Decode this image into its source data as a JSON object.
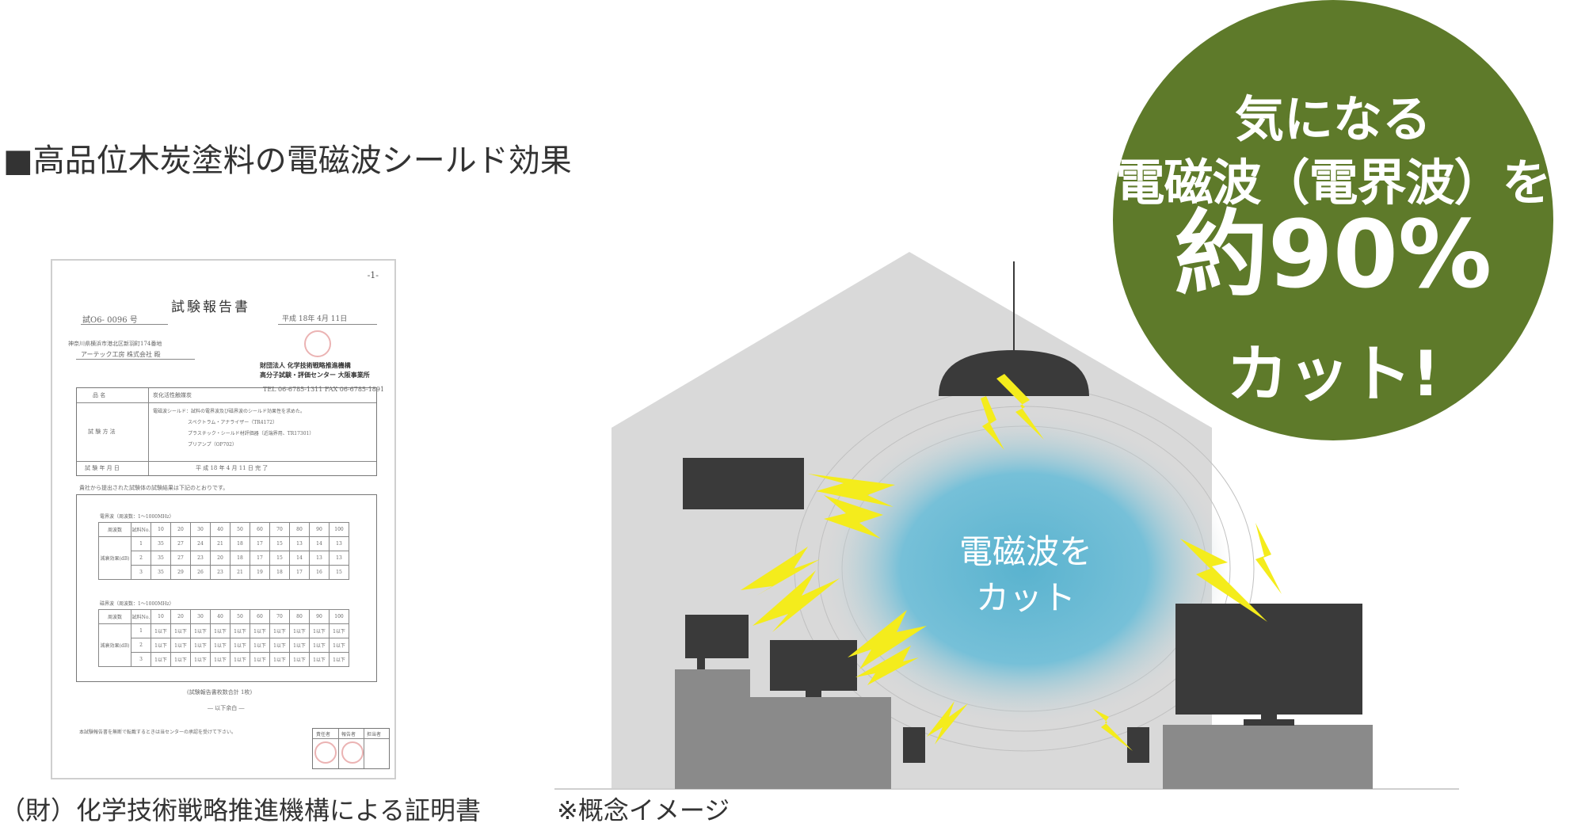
{
  "heading": "■高品位木炭塗料の電磁波シールド効果",
  "caption_left": "（財）化学技術戦略推進機構による証明書",
  "caption_right": "※概念イメージ",
  "badge": {
    "line1": "気になる",
    "line2": "電磁波（電界波）を",
    "line3": "約90%",
    "line4": "カット!",
    "color": "#5e7a2a"
  },
  "cut_label": {
    "line1": "電磁波を",
    "line2": "カット"
  },
  "certificate": {
    "page": "-1-",
    "title": "試験報告書",
    "number": "試O6- 0096 号",
    "date": "平成 18年 4月 11日",
    "addressee_line1": "神奈川県横浜市港北区新羽町174番地",
    "addressee_line2": "アーテック工房 株式会社 殿",
    "issuer_line1": "財団法人 化学技術戦略推進機構",
    "issuer_line2": "高分子試験・評価センター 大阪事業所",
    "issuer_tel": "TEL 06-6785-1311 FAX 06-6785-1891",
    "rows": [
      {
        "label": "品 名",
        "value": "炭化活性触媒炭"
      },
      {
        "label": "試 験 方 法",
        "value": "電磁波シールド：試料の電界波及び磁界波のシールド効果性を求めた。"
      },
      {
        "label": "試 験 年 月 日",
        "value": "平 成 18 年 4 月 11 日 完 了"
      }
    ],
    "methods": [
      "スペクトラム・アナライザー（TR4172）",
      "プラスチック・シールド材評価器（近端界用、TR17301）",
      "プリアンプ（OP702）"
    ],
    "results_intro": "貴社から提出された試験体の試験結果は下記のとおりです。",
    "table1_title": "電界波（周波数：1～1000MHz）",
    "table2_title": "磁界波（周波数：1～1000MHz）",
    "freq_header": [
      "周波数",
      "試料No.",
      "10",
      "20",
      "30",
      "40",
      "50",
      "60",
      "70",
      "80",
      "90",
      "100"
    ],
    "table_row_label": "減衰効果(dB)",
    "table1_rows": [
      [
        "1",
        "35",
        "27",
        "24",
        "21",
        "18",
        "17",
        "15",
        "13",
        "14",
        "13"
      ],
      [
        "2",
        "35",
        "27",
        "23",
        "20",
        "18",
        "17",
        "15",
        "14",
        "13",
        "13"
      ],
      [
        "3",
        "35",
        "29",
        "26",
        "23",
        "21",
        "19",
        "18",
        "17",
        "16",
        "15"
      ]
    ],
    "table2_rows": [
      [
        "1",
        "1以下",
        "1以下",
        "1以下",
        "1以下",
        "1以下",
        "1以下",
        "1以下",
        "1以下",
        "1以下",
        "1以下"
      ],
      [
        "2",
        "1以下",
        "1以下",
        "1以下",
        "1以下",
        "1以下",
        "1以下",
        "1以下",
        "1以下",
        "1以下",
        "1以下"
      ],
      [
        "3",
        "1以下",
        "1以下",
        "1以下",
        "1以下",
        "1以下",
        "1以下",
        "1以下",
        "1以下",
        "1以下",
        "1以下"
      ]
    ],
    "report_count": "(試験報告書枚数合計 1枚)",
    "end": "― 以下余白 ―",
    "footer_note": "本試験報告書を無断で転載するときは当センターの承認を受けて下さい。",
    "signers": [
      "責任者",
      "報告者",
      "担当者"
    ]
  }
}
